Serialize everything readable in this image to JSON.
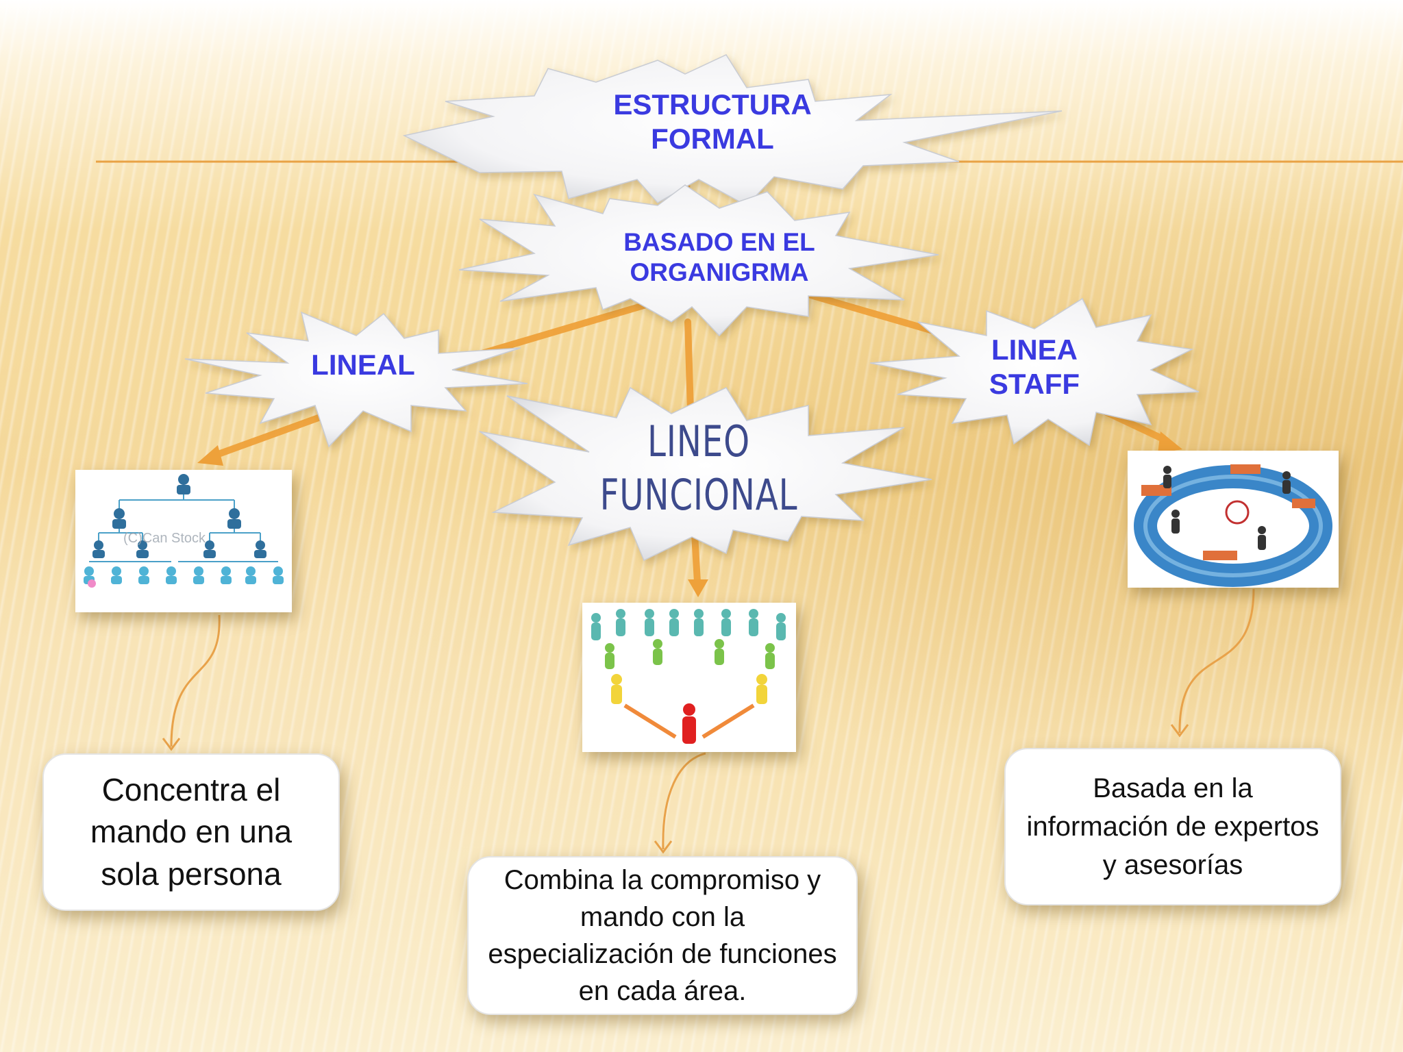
{
  "title": {
    "line1": "ESTRUCTURA",
    "line2": "FORMAL"
  },
  "basis": {
    "line1": "BASADO EN EL",
    "line2": "ORGANIGRMA"
  },
  "types": {
    "lineal": {
      "label": "LINEAL",
      "description": "Concentra el mando en una sola persona"
    },
    "funcional": {
      "line1": "LINEO",
      "line2": "FUNCIONAL",
      "description": "Combina la compromiso y mando con la especialización  de funciones en cada área."
    },
    "staff": {
      "line1": "LINEA",
      "line2": "STAFF",
      "description": "Basada en la información de expertos y asesorías"
    }
  },
  "images": {
    "lineal": {
      "icon": "org-chart-people",
      "watermark": "(C)Can Stock"
    },
    "funcional": {
      "icon": "funnel-people"
    },
    "staff": {
      "icon": "circular-process-people"
    }
  },
  "colors": {
    "text_blue": "#3a3ae0",
    "arrow": "#eea13a",
    "curve": "#e8a24a"
  }
}
